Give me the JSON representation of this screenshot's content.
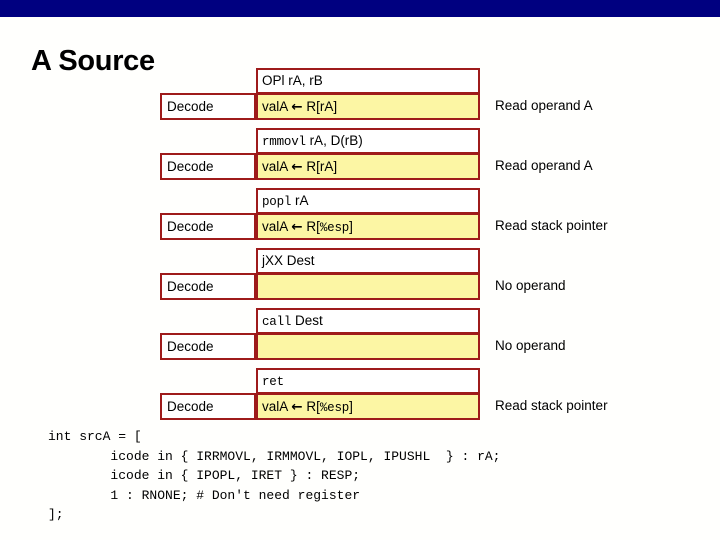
{
  "slide": {
    "title": "A Source",
    "accent_navy": "#000080",
    "accent_red": "#9E1B1B",
    "highlight_yellow": "#FCF6A4",
    "background": "#FFFFFD"
  },
  "rows": [
    {
      "instruction_prefix": "OPl",
      "instruction_prefix_mono": false,
      "instruction_rest": " rA, rB",
      "stage": "Decode",
      "action_lhs": "valA",
      "action_arrow": "←",
      "action_rhs_open": " R[",
      "action_rhs_reg": "rA",
      "action_rhs_reg_mono": false,
      "action_rhs_close": "]",
      "note": "Read operand A"
    },
    {
      "instruction_prefix": "rmmovl",
      "instruction_prefix_mono": true,
      "instruction_rest": " rA, D(rB)",
      "stage": "Decode",
      "action_lhs": "valA",
      "action_arrow": "←",
      "action_rhs_open": " R[",
      "action_rhs_reg": "rA",
      "action_rhs_reg_mono": false,
      "action_rhs_close": "]",
      "note": "Read operand A"
    },
    {
      "instruction_prefix": "popl",
      "instruction_prefix_mono": true,
      "instruction_rest": " rA",
      "stage": "Decode",
      "action_lhs": "valA",
      "action_arrow": "←",
      "action_rhs_open": " R[",
      "action_rhs_reg": "%esp",
      "action_rhs_reg_mono": true,
      "action_rhs_close": "]",
      "note": "Read stack pointer"
    },
    {
      "instruction_prefix": "jXX",
      "instruction_prefix_mono": false,
      "instruction_rest": " Dest",
      "stage": "Decode",
      "action_lhs": "",
      "action_arrow": "",
      "action_rhs_open": "",
      "action_rhs_reg": "",
      "action_rhs_reg_mono": false,
      "action_rhs_close": "",
      "note": "No operand"
    },
    {
      "instruction_prefix": "call",
      "instruction_prefix_mono": true,
      "instruction_rest": " Dest",
      "stage": "Decode",
      "action_lhs": "",
      "action_arrow": "",
      "action_rhs_open": "",
      "action_rhs_reg": "",
      "action_rhs_reg_mono": false,
      "action_rhs_close": "",
      "note": "No operand"
    },
    {
      "instruction_prefix": "ret",
      "instruction_prefix_mono": true,
      "instruction_rest": "",
      "stage": "Decode",
      "action_lhs": "valA",
      "action_arrow": "←",
      "action_rhs_open": " R[",
      "action_rhs_reg": "%esp",
      "action_rhs_reg_mono": true,
      "action_rhs_close": "]",
      "note": "Read stack pointer"
    }
  ],
  "code": {
    "lines": [
      "int srcA = [",
      "        icode in { IRRMOVL, IRMMOVL, IOPL, IPUSHL  } : rA;",
      "        icode in { IPOPL, IRET } : RESP;",
      "        1 : RNONE; # Don't need register",
      "];"
    ]
  }
}
